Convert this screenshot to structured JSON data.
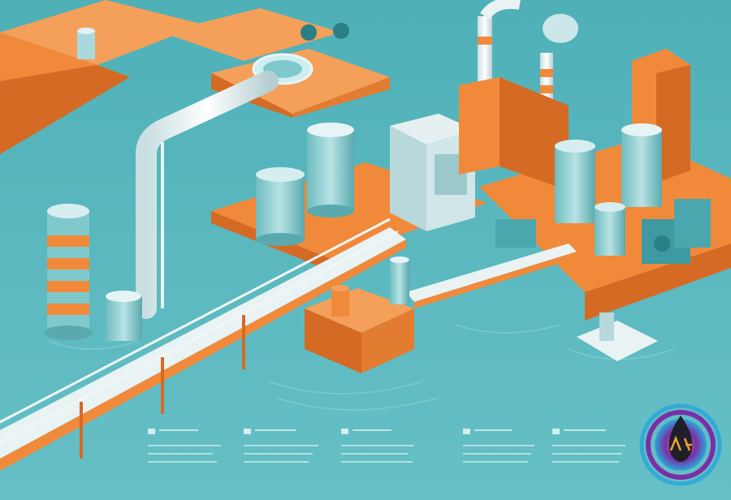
{
  "scene": {
    "subject": "isometric-industrial-water-treatment-plant",
    "colors": {
      "water": "#5bb7be",
      "water_light": "#8fd3d6",
      "platform_orange": "#f08a3a",
      "platform_orange_dark": "#d56a24",
      "tank_teal": "#7fc9cc",
      "tank_light": "#d7eef0",
      "pipe_white": "#e9f3f4",
      "rail_white": "#f3f7f7"
    }
  },
  "captions": [
    {
      "id": "caption-1"
    },
    {
      "id": "caption-2"
    },
    {
      "id": "caption-3"
    },
    {
      "id": "caption-4"
    },
    {
      "id": "caption-5"
    }
  ],
  "logo": {
    "icon": "drop-swirl-logo",
    "colors": [
      "#6a2ca0",
      "#f0a030",
      "#2aa7d8"
    ]
  }
}
